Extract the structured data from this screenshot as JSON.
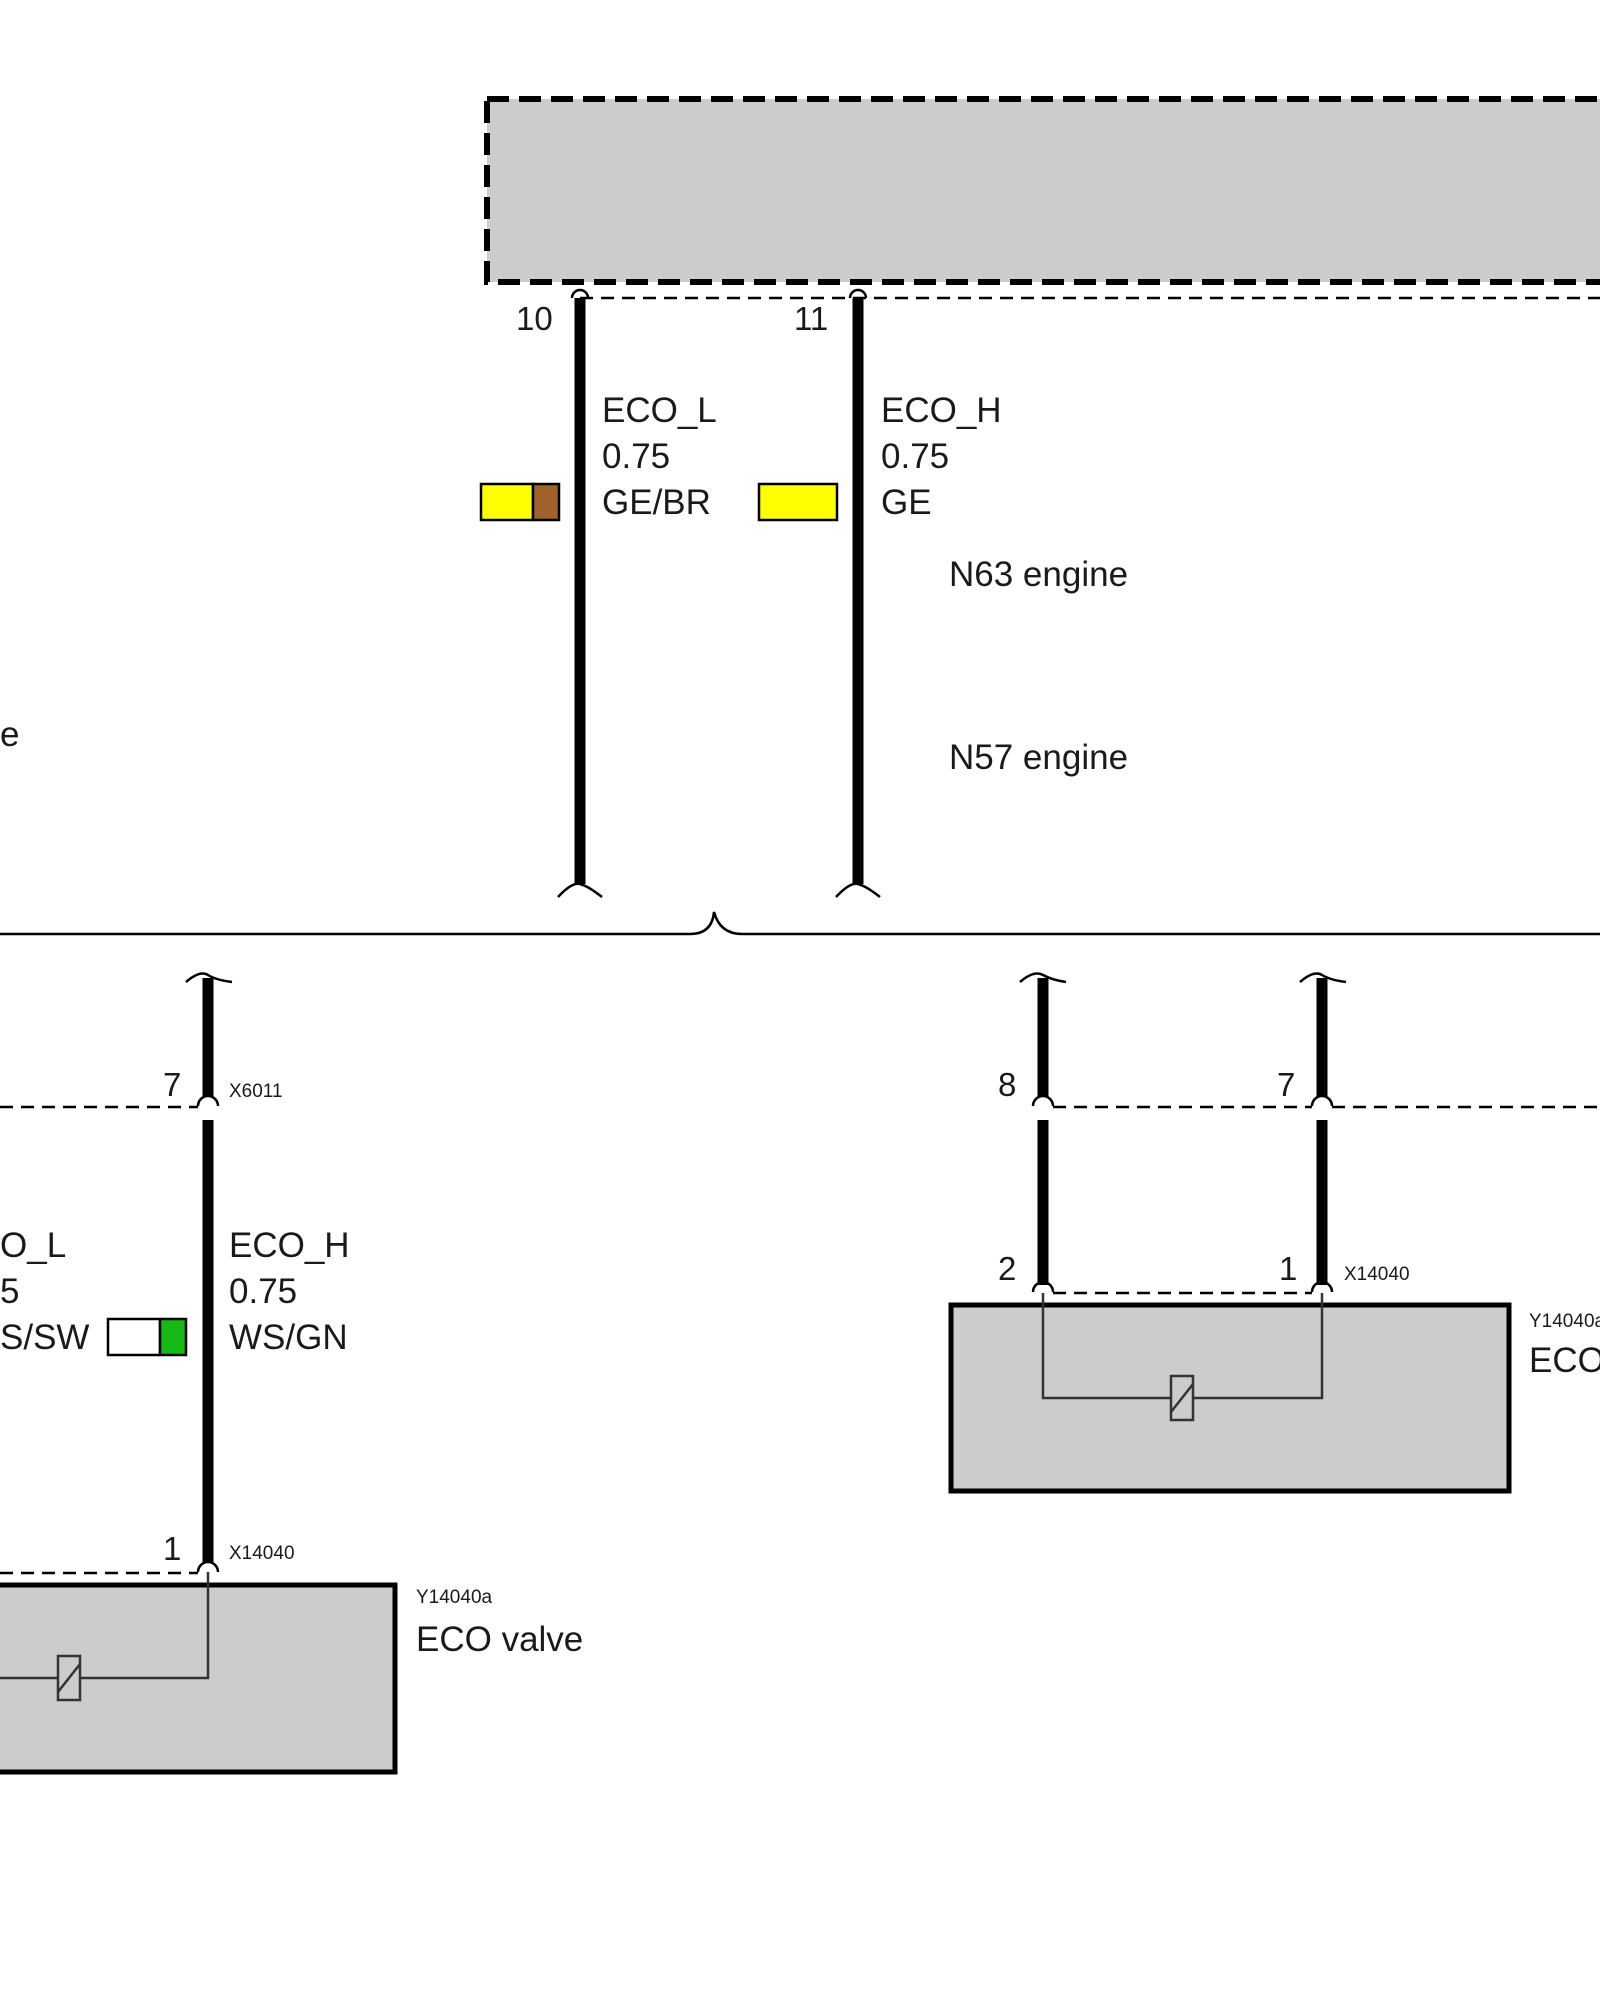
{
  "top_module": {
    "pins": [
      "10",
      "11"
    ]
  },
  "wires_top": [
    {
      "signal": "ECO_L",
      "size": "0.75",
      "color_code": "GE/BR",
      "colors": [
        "#ffff00",
        "#a0622d"
      ]
    },
    {
      "signal": "ECO_H",
      "size": "0.75",
      "color_code": "GE",
      "colors": [
        "#ffff00"
      ]
    }
  ],
  "variants": {
    "n63": "N63 engine",
    "n57": "N57 engine",
    "left_partial": "e"
  },
  "left_branch": {
    "connector_top_pin": "7",
    "connector_top_id": "X6011",
    "wire_partial": {
      "signal": "O_L",
      "size": "5",
      "color_code": "S/SW"
    },
    "wire": {
      "signal": "ECO_H",
      "size": "0.75",
      "color_code": "WS/GN",
      "colors": [
        "#ffffff",
        "#16b916"
      ]
    },
    "connector_bottom_pin": "1",
    "connector_bottom_id": "X14040",
    "component_id": "Y14040a",
    "component_name": "ECO valve"
  },
  "right_branch": {
    "pins_top": [
      "8",
      "7"
    ],
    "pins_bottom": [
      "2",
      "1"
    ],
    "connector_id": "X14040",
    "component_id": "Y14040a",
    "component_name_partial": "ECO"
  }
}
